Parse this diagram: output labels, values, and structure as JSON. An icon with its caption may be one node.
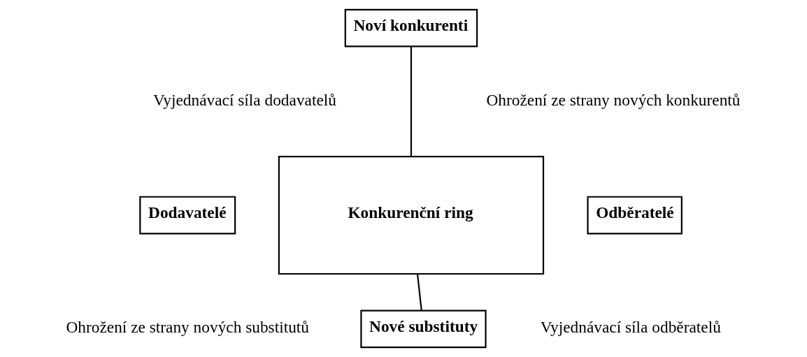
{
  "diagram": {
    "nodes": [
      {
        "text": [
          "Noví konkurenti"
        ]
      },
      {
        "text": [
          "Dodavatelé"
        ]
      },
      {
        "text": [
          "Konkurenční ring"
        ]
      },
      {
        "text": [
          "Odběratelé"
        ]
      },
      {
        "text": [
          "Nové substituty"
        ]
      }
    ],
    "edges": [
      {
        "from": 0,
        "to": 2,
        "arrow": "none"
      },
      {
        "from": 2,
        "to": 4,
        "arrow": "none"
      }
    ],
    "labels": [
      "Ohrožení ze strany nových konkurentů",
      "Vyjednávací síla dodavatelů",
      "Ohrožení ze strany nových substitutů",
      "Vyjednávací síla odběratelů"
    ]
  }
}
